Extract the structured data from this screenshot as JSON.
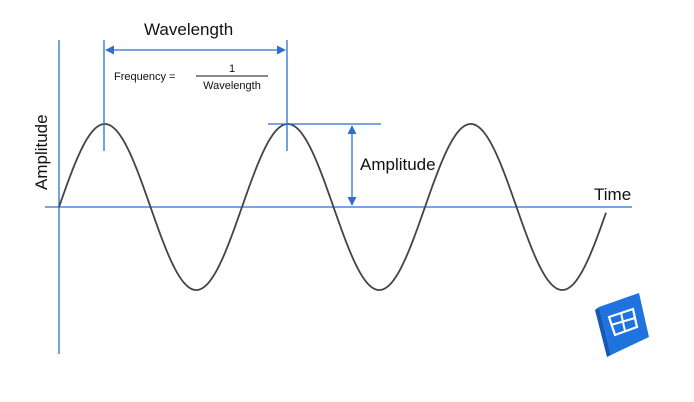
{
  "labels": {
    "wavelength": "Wavelength",
    "amplitude_axis": "Amplitude",
    "amplitude_marker": "Amplitude",
    "time": "Time"
  },
  "formula": {
    "lhs": "Frequency =",
    "numerator": "1",
    "denominator": "Wavelength"
  },
  "colors": {
    "axis": "#2b6fcf",
    "wave": "#444444",
    "logo": "#1f73de"
  },
  "logo": {
    "icon": "map-icon"
  }
}
